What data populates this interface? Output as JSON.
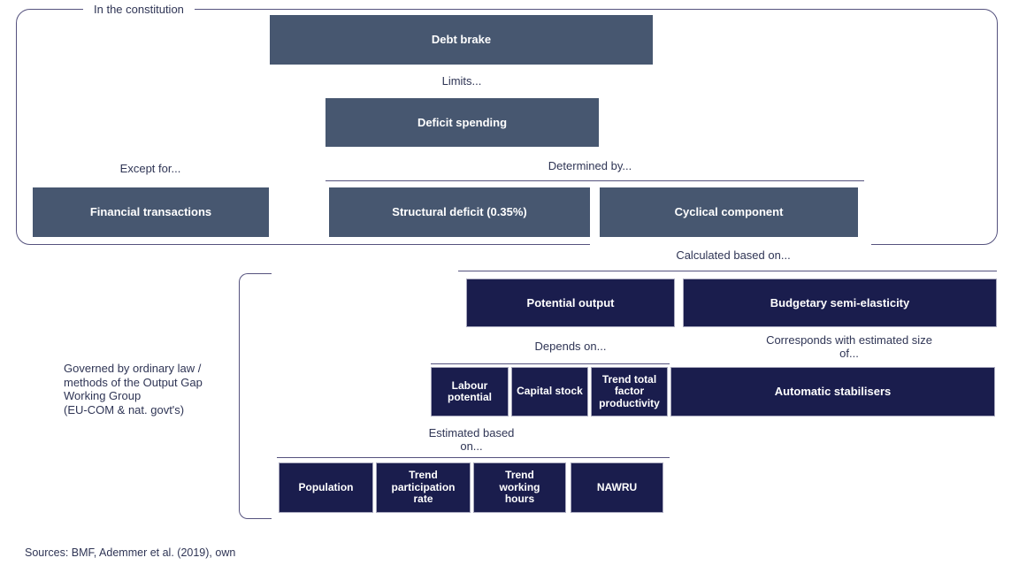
{
  "colors": {
    "slate_box": "#475770",
    "navy_box": "#1A1D4D",
    "navy_box_border": "#A9A9BE",
    "line": "#55527E",
    "label_text": "#2F3555",
    "box_text": "#FFFFFF"
  },
  "constitution": {
    "title": "In the constitution",
    "debt_brake": "Debt brake",
    "limits": "Limits...",
    "deficit_spending": "Deficit spending",
    "except_for": "Except for...",
    "determined_by": "Determined by...",
    "financial_transactions": "Financial transactions",
    "structural_deficit": "Structural deficit (0.35%)",
    "cyclical_component": "Cyclical component"
  },
  "lower": {
    "calculated_based_on": "Calculated based on...",
    "potential_output": "Potential output",
    "budgetary_semi_elasticity": "Budgetary semi-elasticity",
    "depends_on": "Depends on...",
    "corresponds_with": "Corresponds with estimated size\nof...",
    "labour_potential": "Labour\npotential",
    "capital_stock": "Capital stock",
    "trend_total_factor_productivity": "Trend total\nfactor\nproductivity",
    "automatic_stabilisers": "Automatic stabilisers",
    "estimated_based_on": "Estimated based\non...",
    "population": "Population",
    "trend_participation_rate": "Trend\nparticipation\nrate",
    "trend_working_hours": "Trend\nworking\nhours",
    "nawru": "NAWRU",
    "governed_note": "Governed by ordinary law /\nmethods of the Output Gap\nWorking Group\n(EU-COM & nat. govt's)"
  },
  "footer": {
    "sources": "Sources: BMF, Ademmer et al. (2019), own"
  }
}
